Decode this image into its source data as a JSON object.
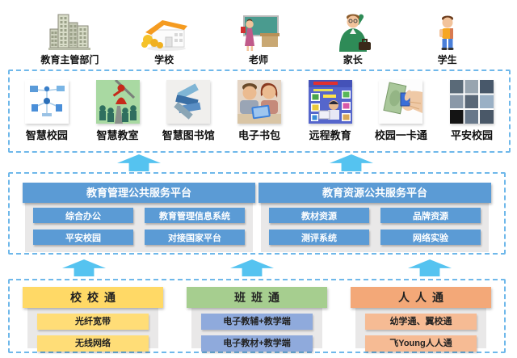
{
  "diagram": {
    "stakeholders": [
      {
        "label": "教育主管部门",
        "icon": "government-buildings"
      },
      {
        "label": "学校",
        "icon": "school-building"
      },
      {
        "label": "老师",
        "icon": "teacher-blackboard"
      },
      {
        "label": "家长",
        "icon": "parent-figure"
      },
      {
        "label": "学生",
        "icon": "student-figure"
      }
    ],
    "applications": [
      {
        "label": "智慧校园",
        "icon": "smart-campus-network"
      },
      {
        "label": "智慧教室",
        "icon": "smart-classroom"
      },
      {
        "label": "智慧图书馆",
        "icon": "smart-library-books"
      },
      {
        "label": "电子书包",
        "icon": "e-schoolbag-tablet"
      },
      {
        "label": "远程教育",
        "icon": "distance-education-poster"
      },
      {
        "label": "校园一卡通",
        "icon": "campus-onecard-payment"
      },
      {
        "label": "平安校园",
        "icon": "safe-campus-monitoring"
      }
    ],
    "platforms": [
      {
        "title": "教育管理公共服务平台",
        "items": [
          "综合办公",
          "教育管理信息系统",
          "平安校园",
          "对接国家平台"
        ]
      },
      {
        "title": "教育资源公共服务平台",
        "items": [
          "教材资源",
          "品牌资源",
          "测评系统",
          "网络实验"
        ]
      }
    ],
    "channels": [
      {
        "title": "校校通",
        "items": [
          "光纤宽带",
          "无线网络"
        ]
      },
      {
        "title": "班班通",
        "items": [
          "电子教辅+教学端",
          "电子教材+教学端"
        ]
      },
      {
        "title": "人人通",
        "items": [
          "幼学通、翼校通",
          "飞Young人人通"
        ]
      }
    ],
    "colors": {
      "arrow_blue": "#55C3F0",
      "dashed_border_blue": "#6FB8EA",
      "platform_blue": "#5B9BD5",
      "panel_gray": "#E9E8E8",
      "xiaoxiaotong_yellow": "#FFD966",
      "banbantong_green": "#A6CE8F",
      "banbantong_button_blue": "#8FAADC",
      "renrentong_orange": "#F3A878",
      "renrentong_button_orange": "#F6BB94"
    }
  }
}
